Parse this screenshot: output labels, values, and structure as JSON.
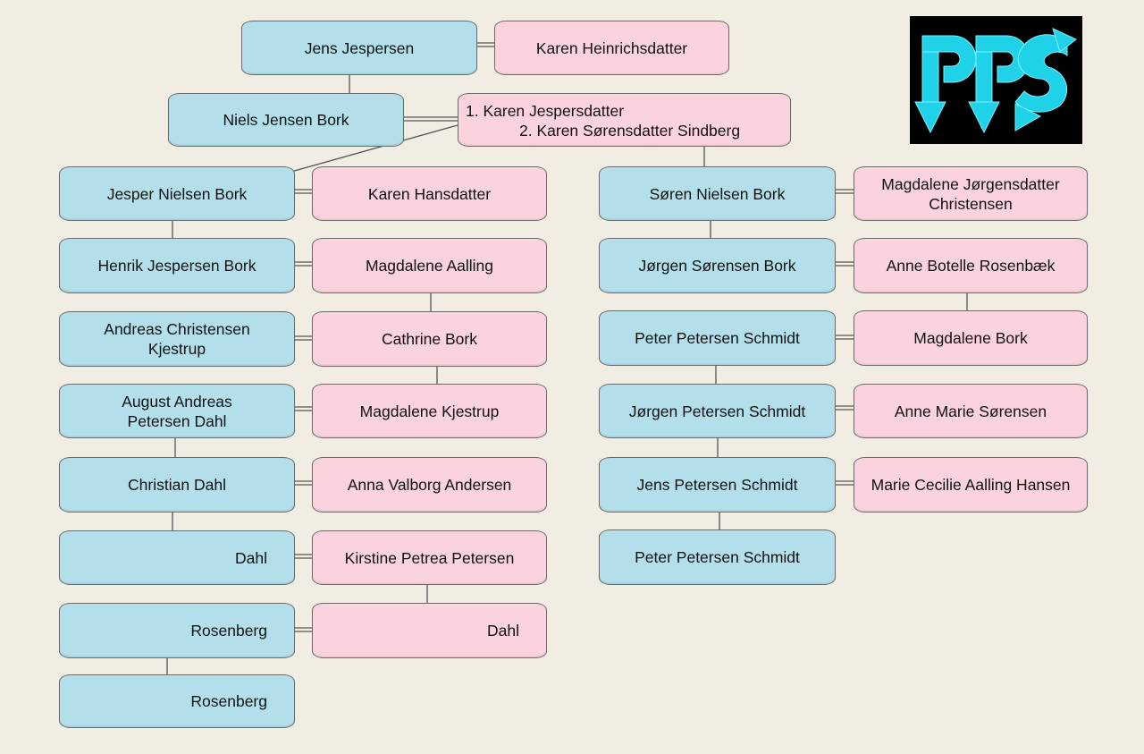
{
  "colors": {
    "male": "#b3dfea",
    "female": "#fbd3de",
    "background": "#f1ede3",
    "line": "#555555"
  },
  "logo": {
    "text": "PPS",
    "icon": "pps-logo-icon"
  },
  "gen1": {
    "husband": "Jens Jespersen",
    "wife": "Karen Heinrichsdatter"
  },
  "gen2": {
    "husband": "Niels Jensen Bork",
    "wife1": "1. Karen Jespersdatter",
    "wife2": "2. Karen Sørensdatter Sindberg"
  },
  "left": [
    {
      "husband": "Jesper Nielsen Bork",
      "wife": "Karen Hansdatter"
    },
    {
      "husband": "Henrik Jespersen Bork",
      "wife": "Magdalene Aalling"
    },
    {
      "husband": "Andreas Christensen\nKjestrup",
      "wife": "Cathrine Bork"
    },
    {
      "husband": "August Andreas\nPetersen Dahl",
      "wife": "Magdalene Kjestrup"
    },
    {
      "husband": "Christian Dahl",
      "wife": "Anna Valborg Andersen"
    },
    {
      "husband": "Dahl",
      "wife": "Kirstine Petrea Petersen"
    },
    {
      "husband": "Rosenberg",
      "wife": "Dahl"
    },
    {
      "husband": "Rosenberg"
    }
  ],
  "right": [
    {
      "husband": "Søren Nielsen Bork",
      "wife": "Magdalene Jørgensdatter\nChristensen"
    },
    {
      "husband": "Jørgen Sørensen Bork",
      "wife": "Anne Botelle Rosenbæk"
    },
    {
      "husband": "Peter Petersen Schmidt",
      "wife": "Magdalene Bork"
    },
    {
      "husband": "Jørgen Petersen Schmidt",
      "wife": "Anne Marie Sørensen"
    },
    {
      "husband": "Jens Petersen Schmidt",
      "wife": "Marie Cecilie Aalling Hansen"
    },
    {
      "husband": "Peter Petersen Schmidt"
    }
  ]
}
